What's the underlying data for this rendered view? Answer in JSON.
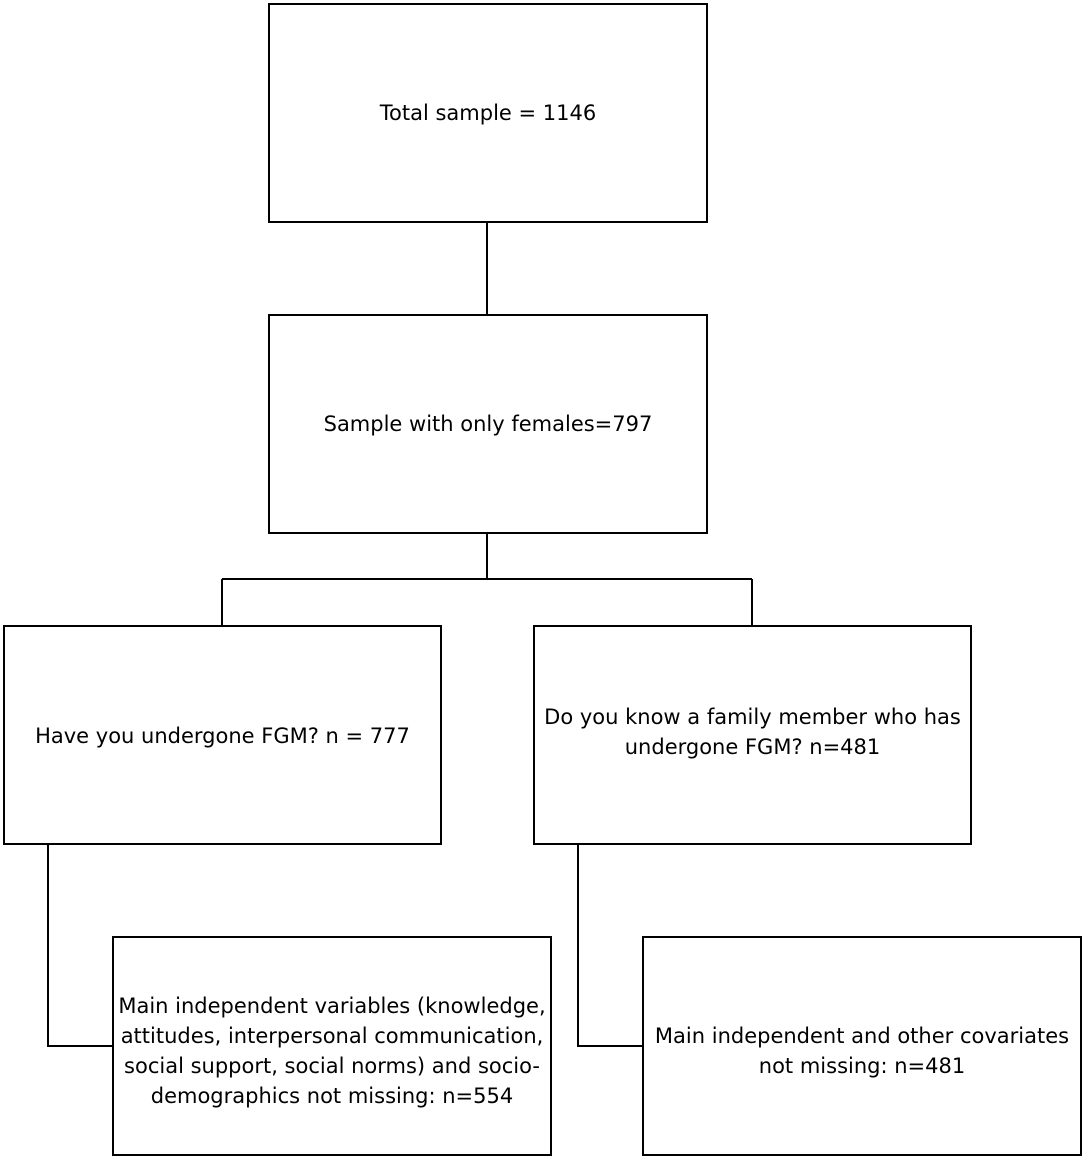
{
  "flowchart": {
    "total_sample": "Total sample = 1146",
    "females_sample": "Sample with only females=797",
    "branch_fgm": "Have you undergone FGM? n = 777",
    "branch_family": "Do you know a family member who has undergone FGM? n=481",
    "outcome_fgm": "Main independent variables (knowledge, attitudes, interpersonal communication, social support, social norms) and socio-demographics not missing: n=554",
    "outcome_family": "Main independent and other covariates not missing: n=481"
  }
}
